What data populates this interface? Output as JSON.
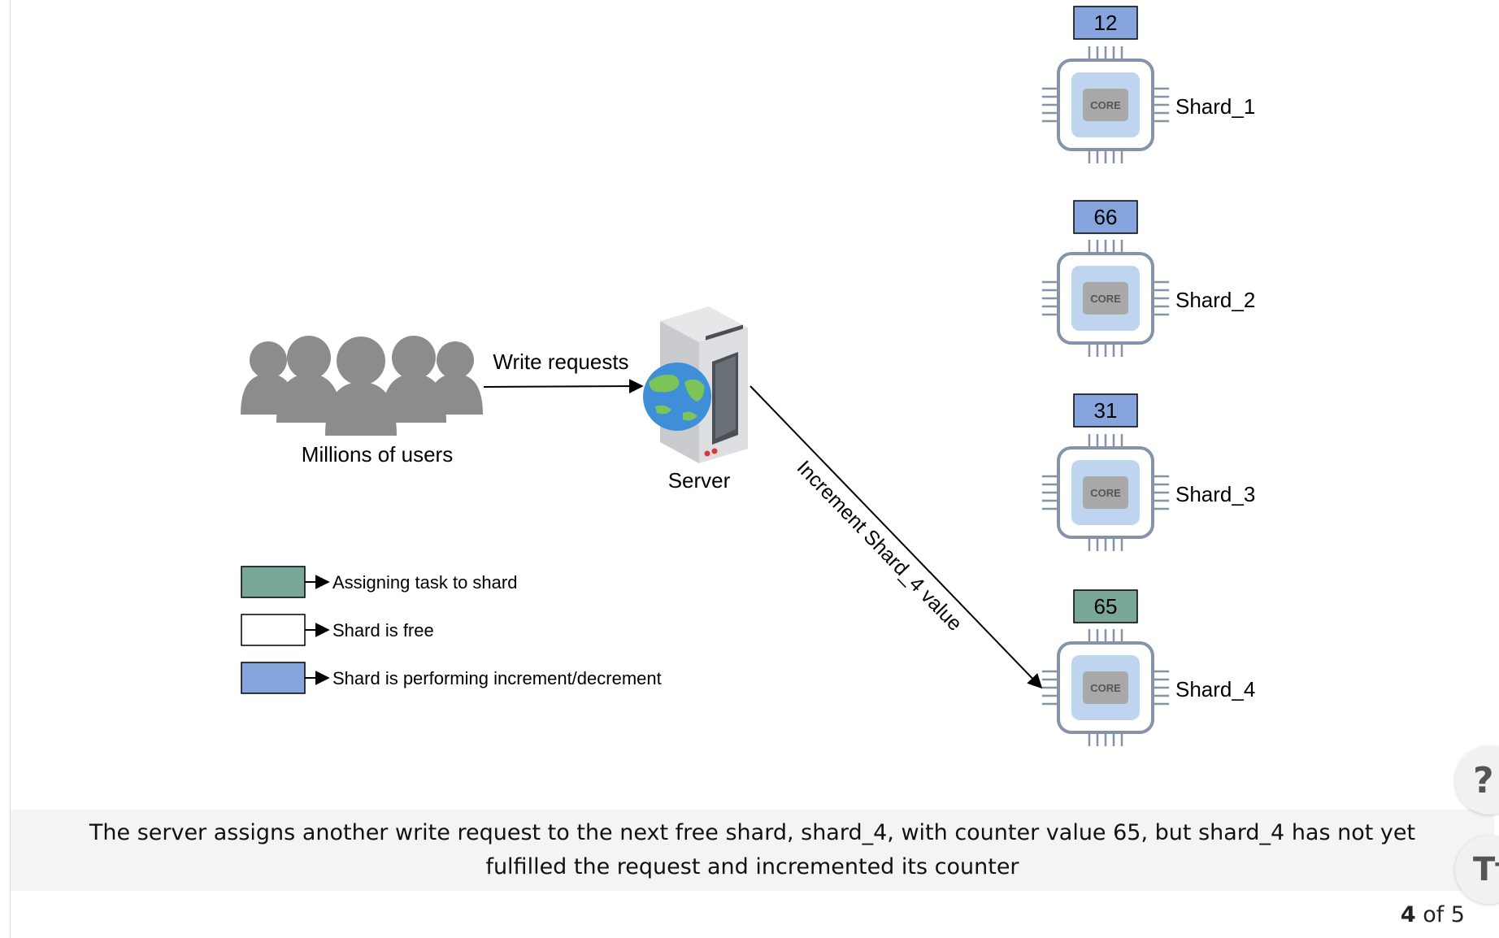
{
  "diagram": {
    "users_label": "Millions of users",
    "edge_write_label": "Write requests",
    "server_label": "Server",
    "edge_increment_label": "Increment Shard_4 value",
    "core_label": "CORE",
    "shards": [
      {
        "name": "Shard_1",
        "value": "12",
        "state": "performing"
      },
      {
        "name": "Shard_2",
        "value": "66",
        "state": "performing"
      },
      {
        "name": "Shard_3",
        "value": "31",
        "state": "performing"
      },
      {
        "name": "Shard_4",
        "value": "65",
        "state": "assigning"
      }
    ],
    "legend": [
      {
        "label": "Assigning task to shard",
        "state": "assigning"
      },
      {
        "label": "Shard is free",
        "state": "free"
      },
      {
        "label": "Shard is performing increment/decrement",
        "state": "performing"
      }
    ]
  },
  "colors": {
    "assigning": "#79a799",
    "free": "#ffffff",
    "performing": "#87a5dd",
    "users": "#8c8c8c",
    "chip_outline": "#8593a8",
    "chip_inner": "#bfd5ef",
    "core": "#a8a8a8"
  },
  "caption": "The server assigns another write request to the next free shard, shard_4, with counter value 65, but shard_4 has not yet fulfilled the request and incremented its counter",
  "pager": {
    "current": "4",
    "of_text": "of 5"
  },
  "side_buttons": {
    "help": "?",
    "text_size": "Tт"
  }
}
